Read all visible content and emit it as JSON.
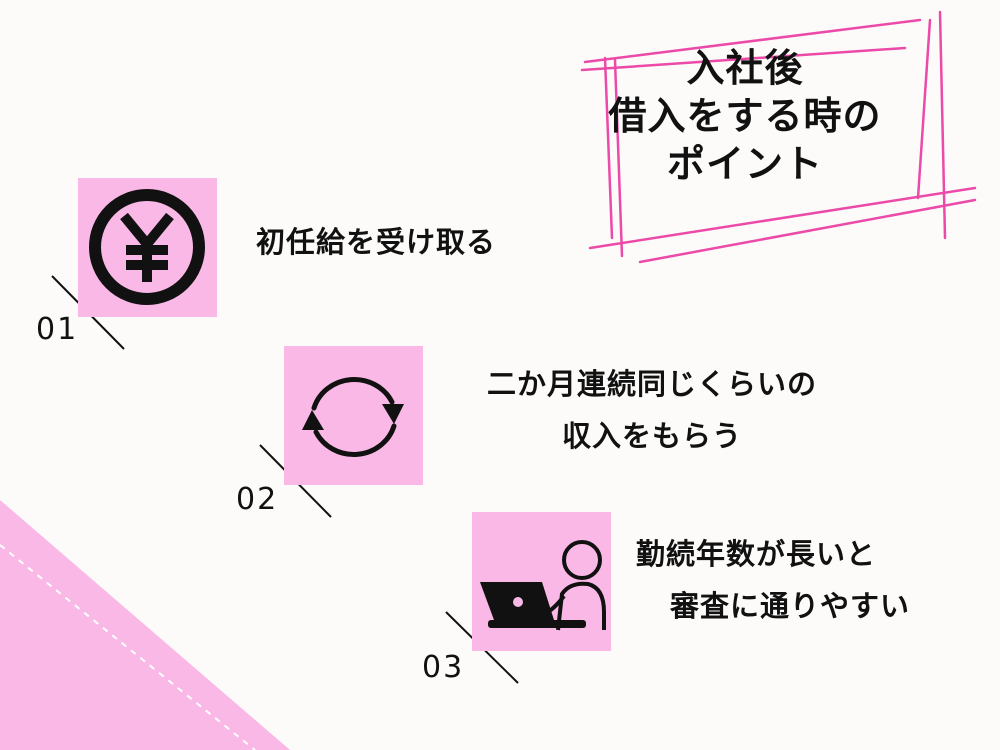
{
  "title": {
    "line1": "入社後",
    "line2": "借入をする時の",
    "line3": "ポイント"
  },
  "steps": [
    {
      "number": "01",
      "lines": [
        "初任給を受け取る"
      ],
      "icon": "yen-icon"
    },
    {
      "number": "02",
      "lines": [
        "二か月連続同じくらいの",
        "収入をもらう"
      ],
      "icon": "refresh-cycle-icon"
    },
    {
      "number": "03",
      "lines": [
        "勤続年数が長いと",
        "審査に通りやすい"
      ],
      "icon": "person-laptop-icon"
    }
  ],
  "colors": {
    "pink": "#f9b8e5",
    "accent_line": "#ec4aa8",
    "background": "#fcfbf9",
    "text": "#111111"
  }
}
